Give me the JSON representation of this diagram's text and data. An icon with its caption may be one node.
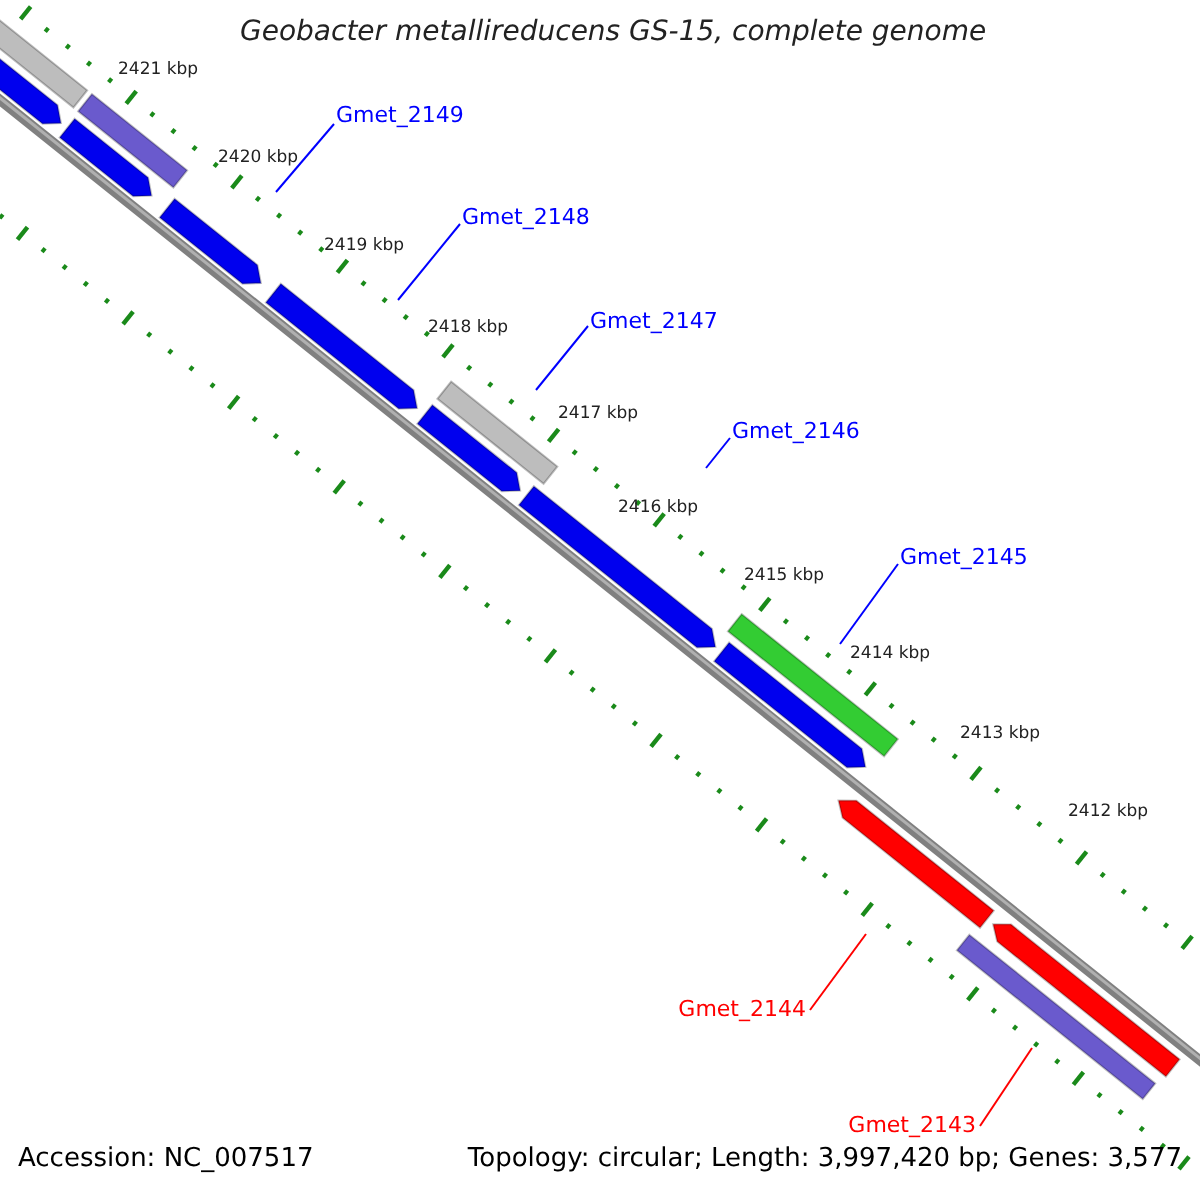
{
  "diagram": {
    "title": "Geobacter metallireducens GS-15, complete genome",
    "nodes": [
      {
        "text": [
          "Gmet_2149"
        ]
      },
      {
        "text": [
          "Gmet_2148"
        ]
      },
      {
        "text": [
          "Gmet_2147"
        ]
      },
      {
        "text": [
          "Gmet_2146"
        ]
      },
      {
        "text": [
          "Gmet_2145"
        ]
      },
      {
        "text": [
          "Gmet_2144"
        ]
      },
      {
        "text": [
          "Gmet_2143"
        ]
      }
    ],
    "edges": [
      {
        "from": 0,
        "to": null,
        "arrow": "none"
      },
      {
        "from": 1,
        "to": null,
        "arrow": "none"
      },
      {
        "from": 2,
        "to": null,
        "arrow": "none"
      },
      {
        "from": 3,
        "to": null,
        "arrow": "none"
      },
      {
        "from": 4,
        "to": null,
        "arrow": "none"
      },
      {
        "from": 5,
        "to": null,
        "arrow": "none",
        "color": "#ff0000"
      },
      {
        "from": 6,
        "to": null,
        "arrow": "none",
        "color": "#ff0000"
      }
    ],
    "labels": [
      "2421 kbp",
      "2420 kbp",
      "2419 kbp",
      "2418 kbp",
      "2417 kbp",
      "2416 kbp",
      "2415 kbp",
      "2414 kbp",
      "2413 kbp",
      "2412 kbp",
      "Accession: NC_007517",
      "Topology: circular; Length: 3,997,420 bp; Genes: 3,577"
    ]
  }
}
